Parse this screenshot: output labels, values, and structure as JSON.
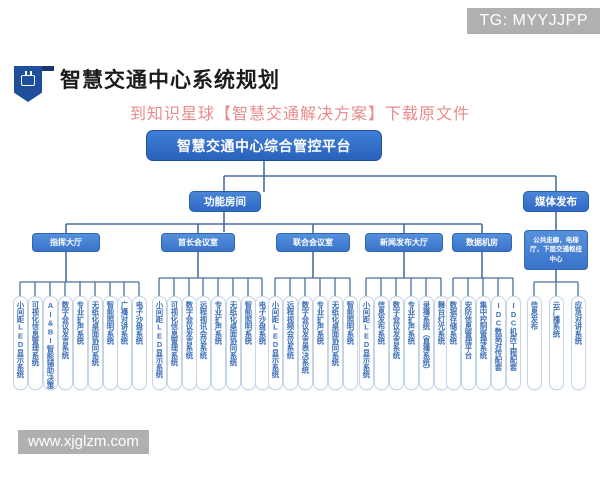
{
  "tag": {
    "text": "TG: MYYJJPP"
  },
  "watermark": {
    "text": "www.xjglzm.com"
  },
  "header": {
    "title": "智慧交通中心系统规划",
    "subtitle": "到知识星球【智慧交通解决方案】下载原文件",
    "ribbon_icon": "camera-icon"
  },
  "colors": {
    "root_blue": "#2a62bd",
    "node_blue": "#3a73ca",
    "leaf_border": "#c6d5ea",
    "leaf_text": "#3d6fb8",
    "subtitle_red": "#e98b8b",
    "tag_gray": "#b0b0b0"
  },
  "chart_data": {
    "type": "diagram",
    "title": "智慧交通中心系统规划",
    "root": "智慧交通中心综合管控平台",
    "branches": [
      {
        "label": "功能房间"
      },
      {
        "label": "媒体发布"
      }
    ],
    "groups": [
      {
        "label": "指挥大厅",
        "leaves": [
          "小间距LED显示系统",
          "可视化信息管理系统",
          "AI&BI智能辅助决策管理系统",
          "数字会议发言系统",
          "专业扩声系统",
          "无纸化桌面协同系统",
          "智能照明系统",
          "广播对讲系统",
          "电子沙盘系统"
        ]
      },
      {
        "label": "首长会议室",
        "leaves": [
          "小间距LED显示系统",
          "可视化信息管理系统",
          "数字会议发言系统",
          "远程视讯会议系统",
          "专业扩声系统",
          "无纸化桌面协同系统",
          "智能照明系统",
          "电子沙盘系统"
        ]
      },
      {
        "label": "联合会议室",
        "leaves": [
          "小间距LED显示系统",
          "远程视频会议系统",
          "数字会议发言表决系统",
          "专业扩声系统",
          "无纸化桌面协同系统",
          "智能照明系统"
        ]
      },
      {
        "label": "新闻发布大厅",
        "leaves": [
          "小间距LED显示系统",
          "信息发布系统",
          "数字会议发言系统",
          "专业扩声系统",
          "录播系统（直播系统）",
          "舞台灯光系统"
        ]
      },
      {
        "label": "数据机房",
        "leaves": [
          "数据存储系统",
          "安防信息管理平台",
          "集中控制管理系统",
          "IDC数据对传配套",
          "IDC机房工程配套"
        ]
      },
      {
        "label": "公共走廊，电梯厅，下层交通枢纽中心",
        "parent": "媒体发布",
        "leaves": [
          "信息发布",
          "云广播系统",
          "应急对讲系统"
        ]
      }
    ]
  }
}
